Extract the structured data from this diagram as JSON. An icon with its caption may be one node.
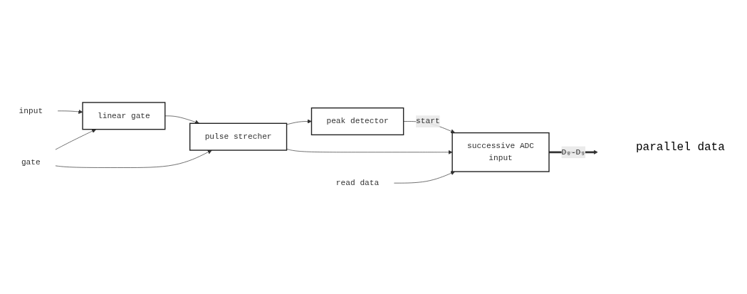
{
  "diagram": {
    "nodes": [
      {
        "text": [
          "input"
        ]
      },
      {
        "text": [
          "linear gate"
        ]
      },
      {
        "text": [
          "gate"
        ]
      },
      {
        "text": [
          "peak detector"
        ]
      },
      {
        "text": [
          "pulse strecher"
        ]
      },
      {
        "text": [
          "successive ADC",
          "input"
        ]
      },
      {
        "text": [
          "read data"
        ]
      }
    ],
    "edges": [
      {
        "from": 0,
        "to": 1,
        "arrow": "to"
      },
      {
        "from": 1,
        "to": 4,
        "arrow": "to"
      },
      {
        "from": 2,
        "to": 1,
        "arrow": "to"
      },
      {
        "from": 2,
        "to": 4,
        "arrow": "to"
      },
      {
        "from": 4,
        "to": 3,
        "arrow": "to"
      },
      {
        "from": 3,
        "to": 5,
        "label": "start",
        "arrow": "to"
      },
      {
        "from": 4,
        "to": 5,
        "arrow": "to"
      },
      {
        "from": 6,
        "to": 5,
        "arrow": "to"
      },
      {
        "from": 5,
        "to": null,
        "label": "D₀-D₉",
        "arrow": "to",
        "style": "thick"
      }
    ],
    "labels": [
      "parallel data"
    ]
  }
}
